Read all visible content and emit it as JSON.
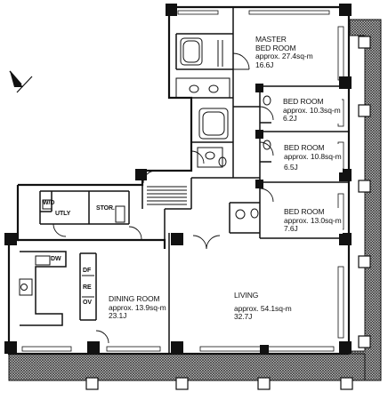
{
  "rooms": {
    "master": {
      "name_line1": "MASTER",
      "name_line2": "BED ROOM",
      "area": "approx. 27.4sq-m",
      "tatami": "16.6J"
    },
    "bed1": {
      "name": "BED ROOM",
      "area": "approx. 10.3sq-m",
      "tatami": "6.2J"
    },
    "bed2": {
      "name": "BED ROOM",
      "area": "approx. 10.8sq-m",
      "tatami": "6.5J"
    },
    "bed3": {
      "name": "BED ROOM",
      "area": "approx. 13.0sq-m",
      "tatami": "7.6J"
    },
    "dining": {
      "name": "DINING ROOM",
      "area": "approx. 13.9sq-m",
      "tatami": "23.1J"
    },
    "living": {
      "name": "LIVING",
      "area": "approx. 54.1sq-m",
      "tatami": "32.7J"
    }
  },
  "fixtures": {
    "wd": "W/D",
    "utly": "UTLY",
    "stor": "STOR.",
    "dw": "DW",
    "df": "DF",
    "re": "RE",
    "ov": "OV"
  }
}
